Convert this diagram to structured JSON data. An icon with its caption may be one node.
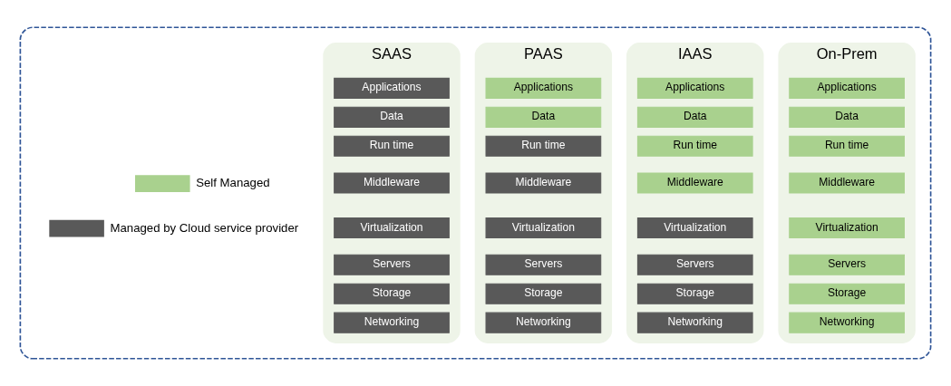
{
  "diagram": {
    "nodes": [
      {
        "text": [],
        "shape": "box"
      },
      {
        "text": [
          "On-Prem"
        ],
        "in": 0
      },
      {
        "text": [
          "Applications"
        ],
        "in": 1
      },
      {
        "text": [
          "Data"
        ],
        "in": 1
      },
      {
        "text": [
          "Run time"
        ],
        "in": 1
      },
      {
        "text": [
          "Middleware"
        ],
        "in": 1
      },
      {
        "text": [
          "Virtualization"
        ],
        "in": 1
      },
      {
        "text": [
          "Servers"
        ],
        "in": 1
      },
      {
        "text": [
          "Storage"
        ],
        "in": 1
      },
      {
        "text": [
          "Networking"
        ],
        "in": 1
      },
      {
        "text": [
          "IAAS"
        ],
        "in": 0
      },
      {
        "text": [
          "Applications"
        ],
        "in": 10
      },
      {
        "text": [
          "Data"
        ],
        "in": 10
      },
      {
        "text": [
          "Run time"
        ],
        "in": 10
      },
      {
        "text": [
          "Middleware"
        ],
        "in": 10
      },
      {
        "text": [
          "Virtualization"
        ],
        "in": 10
      },
      {
        "text": [
          "Servers"
        ],
        "in": 10
      },
      {
        "text": [
          "Storage"
        ],
        "in": 10
      },
      {
        "text": [
          "Networking"
        ],
        "in": 10
      },
      {
        "text": [
          "PAAS"
        ],
        "in": 0
      },
      {
        "text": [
          "Applications"
        ],
        "in": 19
      },
      {
        "text": [
          "Data"
        ],
        "in": 19
      },
      {
        "text": [
          "Run time"
        ],
        "in": 19
      },
      {
        "text": [
          "Middleware"
        ],
        "in": 19
      },
      {
        "text": [
          "Virtualization"
        ],
        "in": 19
      },
      {
        "text": [
          "Servers"
        ],
        "in": 19
      },
      {
        "text": [
          "Storage"
        ],
        "in": 19
      },
      {
        "text": [
          "Networking"
        ],
        "in": 19
      },
      {
        "text": [
          "SAAS"
        ],
        "in": 0
      },
      {
        "text": [
          "Applications"
        ],
        "in": 28
      },
      {
        "text": [
          "Data"
        ],
        "in": 28
      },
      {
        "text": [
          "Run time"
        ],
        "in": 28
      },
      {
        "text": [
          "Middleware"
        ],
        "in": 28
      },
      {
        "text": [
          "Virtualization"
        ],
        "in": 28
      },
      {
        "text": [
          "Servers"
        ],
        "in": 28
      },
      {
        "text": [
          "Storage"
        ],
        "in": 28
      },
      {
        "text": [
          "Networking"
        ],
        "in": 28
      }
    ],
    "edges": [],
    "legend": [
      {
        "text": "Self Managed",
        "color": "#a9d18e"
      },
      {
        "text": "Managed by Cloud service provider",
        "color": "#595959"
      }
    ]
  }
}
